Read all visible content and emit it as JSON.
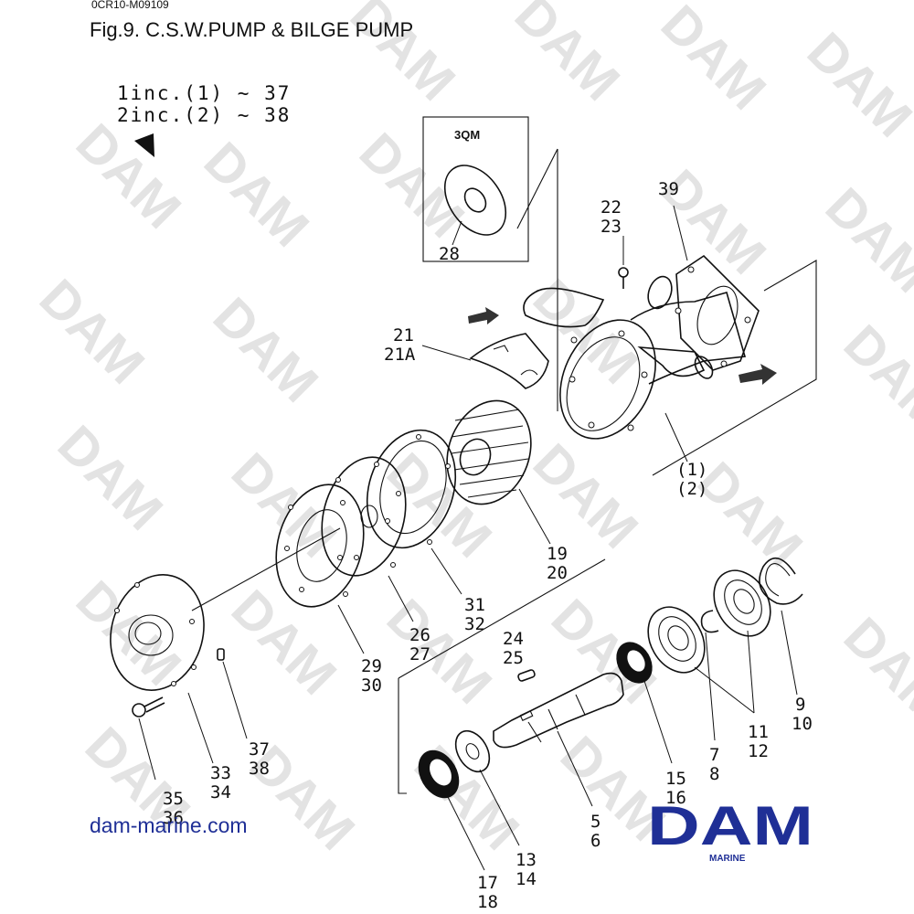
{
  "header": {
    "doc_code": "0CR10-M09109",
    "figure_title": "Fig.9.  C.S.W.PUMP & BILGE PUMP"
  },
  "includes": {
    "line1": "1inc.(1) ~ 37",
    "line2": "2inc.(2) ~ 38"
  },
  "inset": {
    "model": "3QM",
    "part": "28"
  },
  "callouts": {
    "p1": "(1)",
    "p2": "(2)",
    "p5": "5",
    "p6": "6",
    "p7": "7",
    "p8": "8",
    "p9": "9",
    "p10": "10",
    "p11": "11",
    "p12": "12",
    "p13": "13",
    "p14": "14",
    "p15": "15",
    "p16": "16",
    "p17": "17",
    "p18": "18",
    "p19": "19",
    "p20": "20",
    "p21": "21",
    "p21a": "21A",
    "p22": "22",
    "p23": "23",
    "p24": "24",
    "p25": "25",
    "p26": "26",
    "p27": "27",
    "p29": "29",
    "p30": "30",
    "p31": "31",
    "p32": "32",
    "p33": "33",
    "p34": "34",
    "p35": "35",
    "p36": "36",
    "p37": "37",
    "p38": "38",
    "p39": "39"
  },
  "watermark": "DAM",
  "footer": {
    "website": "dam-marine.com",
    "logo_word": "DAM",
    "logo_sub": "MARINE"
  },
  "colors": {
    "brand": "#1f2f96",
    "watermark": "#e3e3e3",
    "line": "#111111"
  }
}
